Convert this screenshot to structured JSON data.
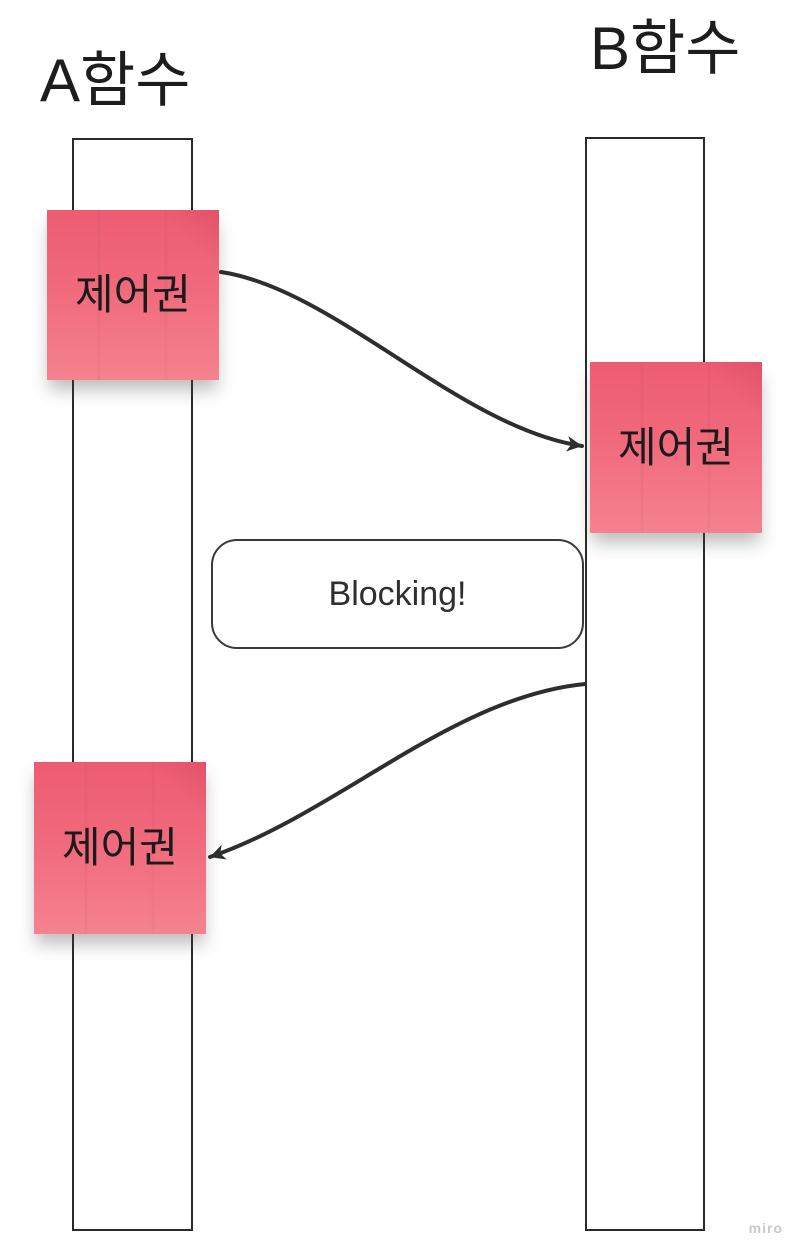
{
  "board": {
    "lifelines": [
      {
        "id": "a",
        "title": "A함수"
      },
      {
        "id": "b",
        "title": "B함수"
      }
    ],
    "notes": [
      {
        "id": "control-a1",
        "label": "제어권"
      },
      {
        "id": "control-b",
        "label": "제어권"
      },
      {
        "id": "control-a2",
        "label": "제어권"
      }
    ],
    "connectors": [
      {
        "id": "call",
        "from": "control-a1",
        "to": "lifeline-b",
        "direction": "right"
      },
      {
        "id": "return",
        "from": "lifeline-b",
        "to": "control-a2",
        "direction": "left"
      }
    ],
    "callout": {
      "label": "Blocking!"
    },
    "watermark": "miro",
    "colors": {
      "sticky_top": "#ed5c72",
      "sticky_bottom": "#f5828f",
      "stroke": "#2e2e2e",
      "text": "#1d1d1d",
      "watermark": "#c7c7cd"
    }
  }
}
